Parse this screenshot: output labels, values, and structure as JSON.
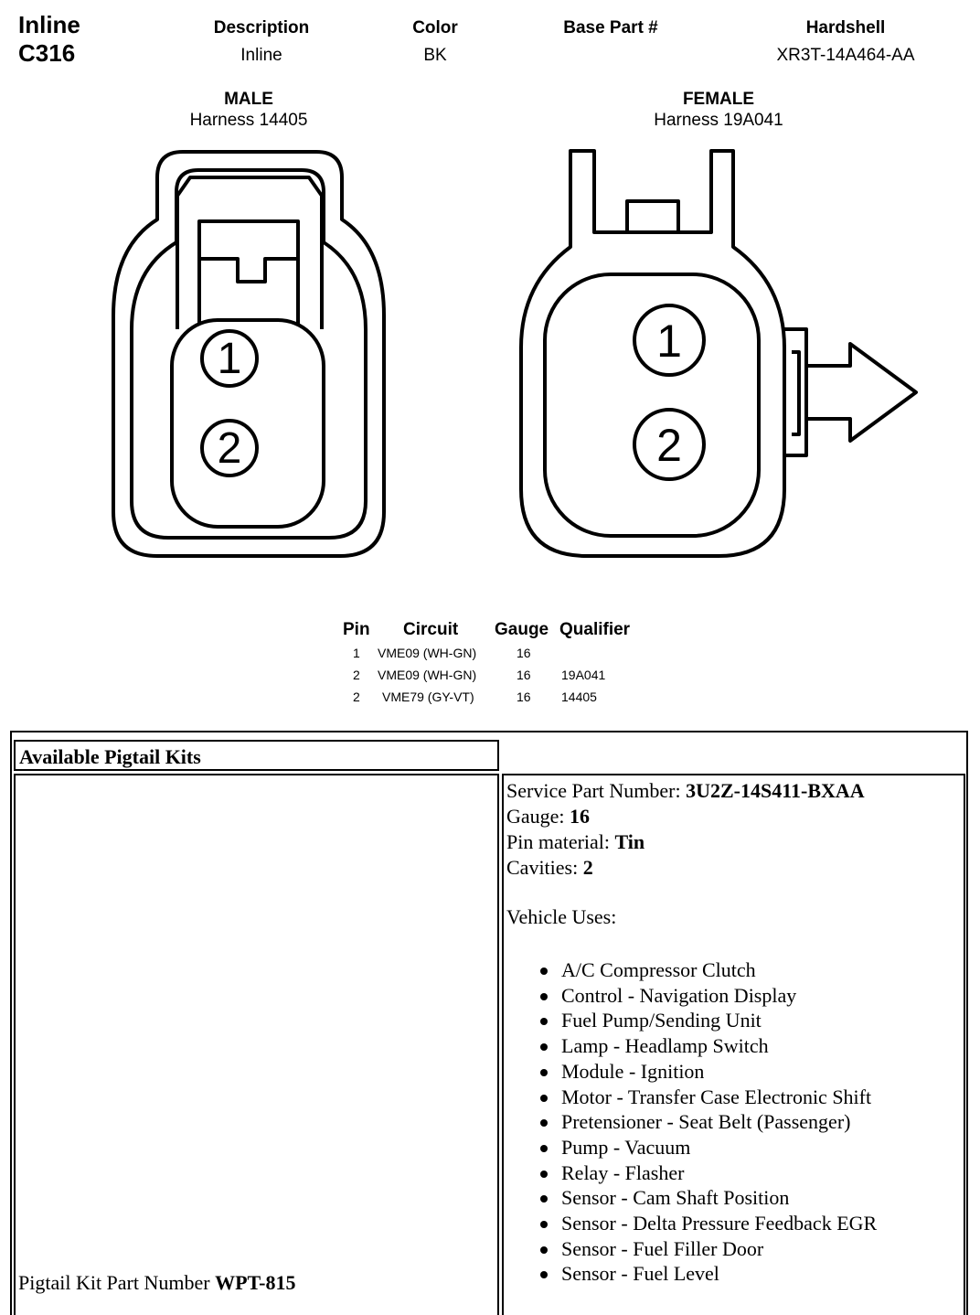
{
  "header": {
    "title_line1": "Inline",
    "title_line2": "C316",
    "columns": [
      {
        "label": "Description",
        "value": "Inline"
      },
      {
        "label": "Color",
        "value": "BK"
      },
      {
        "label": "Base Part #",
        "value": ""
      },
      {
        "label": "Hardshell",
        "value": "XR3T-14A464-AA"
      }
    ]
  },
  "connectors": {
    "male": {
      "title": "MALE",
      "harness": "Harness 14405",
      "pins": [
        "1",
        "2"
      ]
    },
    "female": {
      "title": "FEMALE",
      "harness": "Harness 19A041",
      "pins": [
        "1",
        "2"
      ]
    }
  },
  "pin_table": {
    "headers": [
      "Pin",
      "Circuit",
      "Gauge",
      "Qualifier"
    ],
    "rows": [
      {
        "pin": "1",
        "circuit": "VME09 (WH-GN)",
        "gauge": "16",
        "qualifier": ""
      },
      {
        "pin": "2",
        "circuit": "VME09 (WH-GN)",
        "gauge": "16",
        "qualifier": "19A041"
      },
      {
        "pin": "2",
        "circuit": "VME79 (GY-VT)",
        "gauge": "16",
        "qualifier": "14405"
      }
    ]
  },
  "pigtail": {
    "section_title": "Available Pigtail Kits",
    "kit_label": "Pigtail Kit Part Number ",
    "kit_number": "WPT-815",
    "service_part_label": "Service Part Number: ",
    "service_part_value": "3U2Z-14S411-BXAA",
    "gauge_label": "Gauge: ",
    "gauge_value": "16",
    "pin_material_label": "Pin material: ",
    "pin_material_value": "Tin",
    "cavities_label": "Cavities: ",
    "cavities_value": "2",
    "vehicle_uses_label": "Vehicle Uses:",
    "vehicle_uses": [
      "A/C Compressor Clutch",
      "Control - Navigation Display",
      "Fuel Pump/Sending Unit",
      "Lamp - Headlamp Switch",
      "Module - Ignition",
      "Motor - Transfer Case Electronic Shift",
      "Pretensioner - Seat Belt (Passenger)",
      "Pump - Vacuum",
      "Relay - Flasher",
      "Sensor - Cam Shaft Position",
      "Sensor - Delta Pressure Feedback EGR",
      "Sensor - Fuel Filler Door",
      "Sensor - Fuel Level"
    ]
  }
}
